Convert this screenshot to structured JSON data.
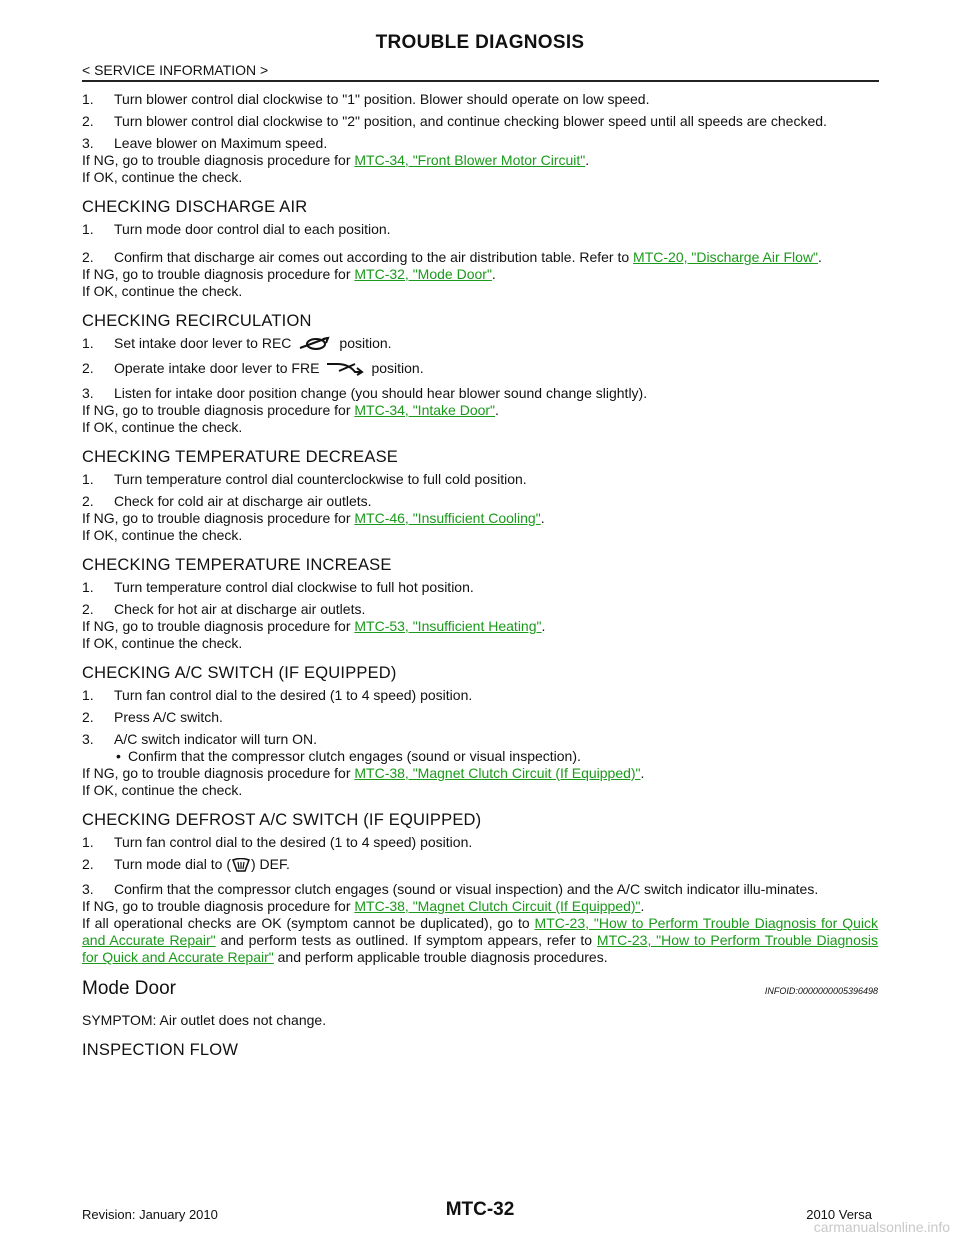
{
  "header": {
    "title": "TROUBLE DIAGNOSIS",
    "breadcrumb": "< SERVICE INFORMATION >"
  },
  "blower": {
    "steps": [
      "Turn blower control dial clockwise to \"1\" position. Blower should operate on low speed.",
      "Turn blower control dial clockwise to \"2\" position, and continue checking blower speed until all speeds are checked.",
      "Leave blower on Maximum speed."
    ],
    "ng_prefix": "If NG, go to trouble diagnosis procedure for ",
    "ng_link": "MTC-34, \"Front Blower Motor Circuit\"",
    "ok": "If OK, continue the check."
  },
  "discharge": {
    "heading": "CHECKING DISCHARGE AIR",
    "step1": "Turn mode door control dial to each position.",
    "step2_text": "Confirm that discharge air comes out according to the air distribution table. Refer to ",
    "step2_link": "MTC-20, \"Discharge Air Flow\"",
    "ng_prefix": "If NG, go to trouble diagnosis procedure for ",
    "ng_link": "MTC-32, \"Mode Door\"",
    "ok": "If OK, continue the check."
  },
  "recirc": {
    "heading": "CHECKING RECIRCULATION",
    "step1_a": "Set intake door lever to REC",
    "step1_b": "position.",
    "step2_a": "Operate intake door lever to FRE",
    "step2_b": "position.",
    "step3": "Listen for intake door position change (you should hear blower sound change slightly).",
    "ng_prefix": "If NG, go to trouble diagnosis procedure for ",
    "ng_link": "MTC-34, \"Intake Door\"",
    "ok": "If OK, continue the check.",
    "rec_icon": "recirculation-icon",
    "fre_icon": "fresh-air-icon"
  },
  "tempdec": {
    "heading": "CHECKING TEMPERATURE DECREASE",
    "steps": [
      "Turn temperature control dial counterclockwise to full cold position.",
      "Check for cold air at discharge air outlets."
    ],
    "ng_prefix": "If NG, go to trouble diagnosis procedure for ",
    "ng_link": "MTC-46, \"Insufficient Cooling\"",
    "ok": "If OK, continue the check."
  },
  "tempinc": {
    "heading": "CHECKING TEMPERATURE INCREASE",
    "steps": [
      "Turn temperature control dial clockwise to full hot position.",
      "Check for hot air at discharge air outlets."
    ],
    "ng_prefix": "If NG, go to trouble diagnosis procedure for ",
    "ng_link": "MTC-53, \"Insufficient Heating\"",
    "ok": "If OK, continue the check."
  },
  "acswitch": {
    "heading": "CHECKING A/C SWITCH (IF EQUIPPED)",
    "steps": [
      "Turn fan control dial to the desired (1 to 4 speed) position.",
      "Press A/C switch.",
      "A/C switch indicator will turn ON."
    ],
    "bullet": "Confirm that the compressor clutch engages (sound or visual inspection).",
    "ng_prefix": "If NG, go to trouble diagnosis procedure for ",
    "ng_link": "MTC-38, \"Magnet Clutch Circuit (If Equipped)\"",
    "ok": "If OK, continue the check."
  },
  "defrost": {
    "heading": "CHECKING DEFROST A/C SWITCH (IF EQUIPPED)",
    "step1": "Turn fan control dial to the desired (1 to 4 speed) position.",
    "step2_a": "Turn mode dial to (",
    "step2_b": ") DEF.",
    "step3": "Confirm that the compressor clutch engages (sound or visual inspection) and the A/C switch indicator illu-minates.",
    "ng_prefix": "If NG, go to trouble diagnosis procedure for ",
    "ng_link": "MTC-38, \"Magnet Clutch Circuit (If Equipped)\"",
    "final_a": "If all operational checks are OK (symptom cannot be duplicated), go to ",
    "final_link1": "MTC-23, \"How to Perform Trouble Diagnosis for Quick and Accurate Repair\"",
    "final_b": " and perform tests as outlined. If symptom appears, refer to ",
    "final_link2": "MTC-23, \"How to Perform Trouble Diagnosis for Quick and Accurate Repair\"",
    "final_c": " and perform applicable trouble diagnosis procedures.",
    "def_icon": "defrost-icon"
  },
  "modedoor": {
    "title": "Mode Door",
    "info": "INFOID:0000000005396498",
    "symptom": "SYMPTOM: Air outlet does not change.",
    "flow_heading": "INSPECTION FLOW"
  },
  "footer": {
    "revision": "Revision: January 2010",
    "page": "MTC-32",
    "model": "2010 Versa",
    "watermark": "carmanualsonline.info"
  },
  "colors": {
    "link": "#1a9a1a",
    "text": "#111111"
  }
}
